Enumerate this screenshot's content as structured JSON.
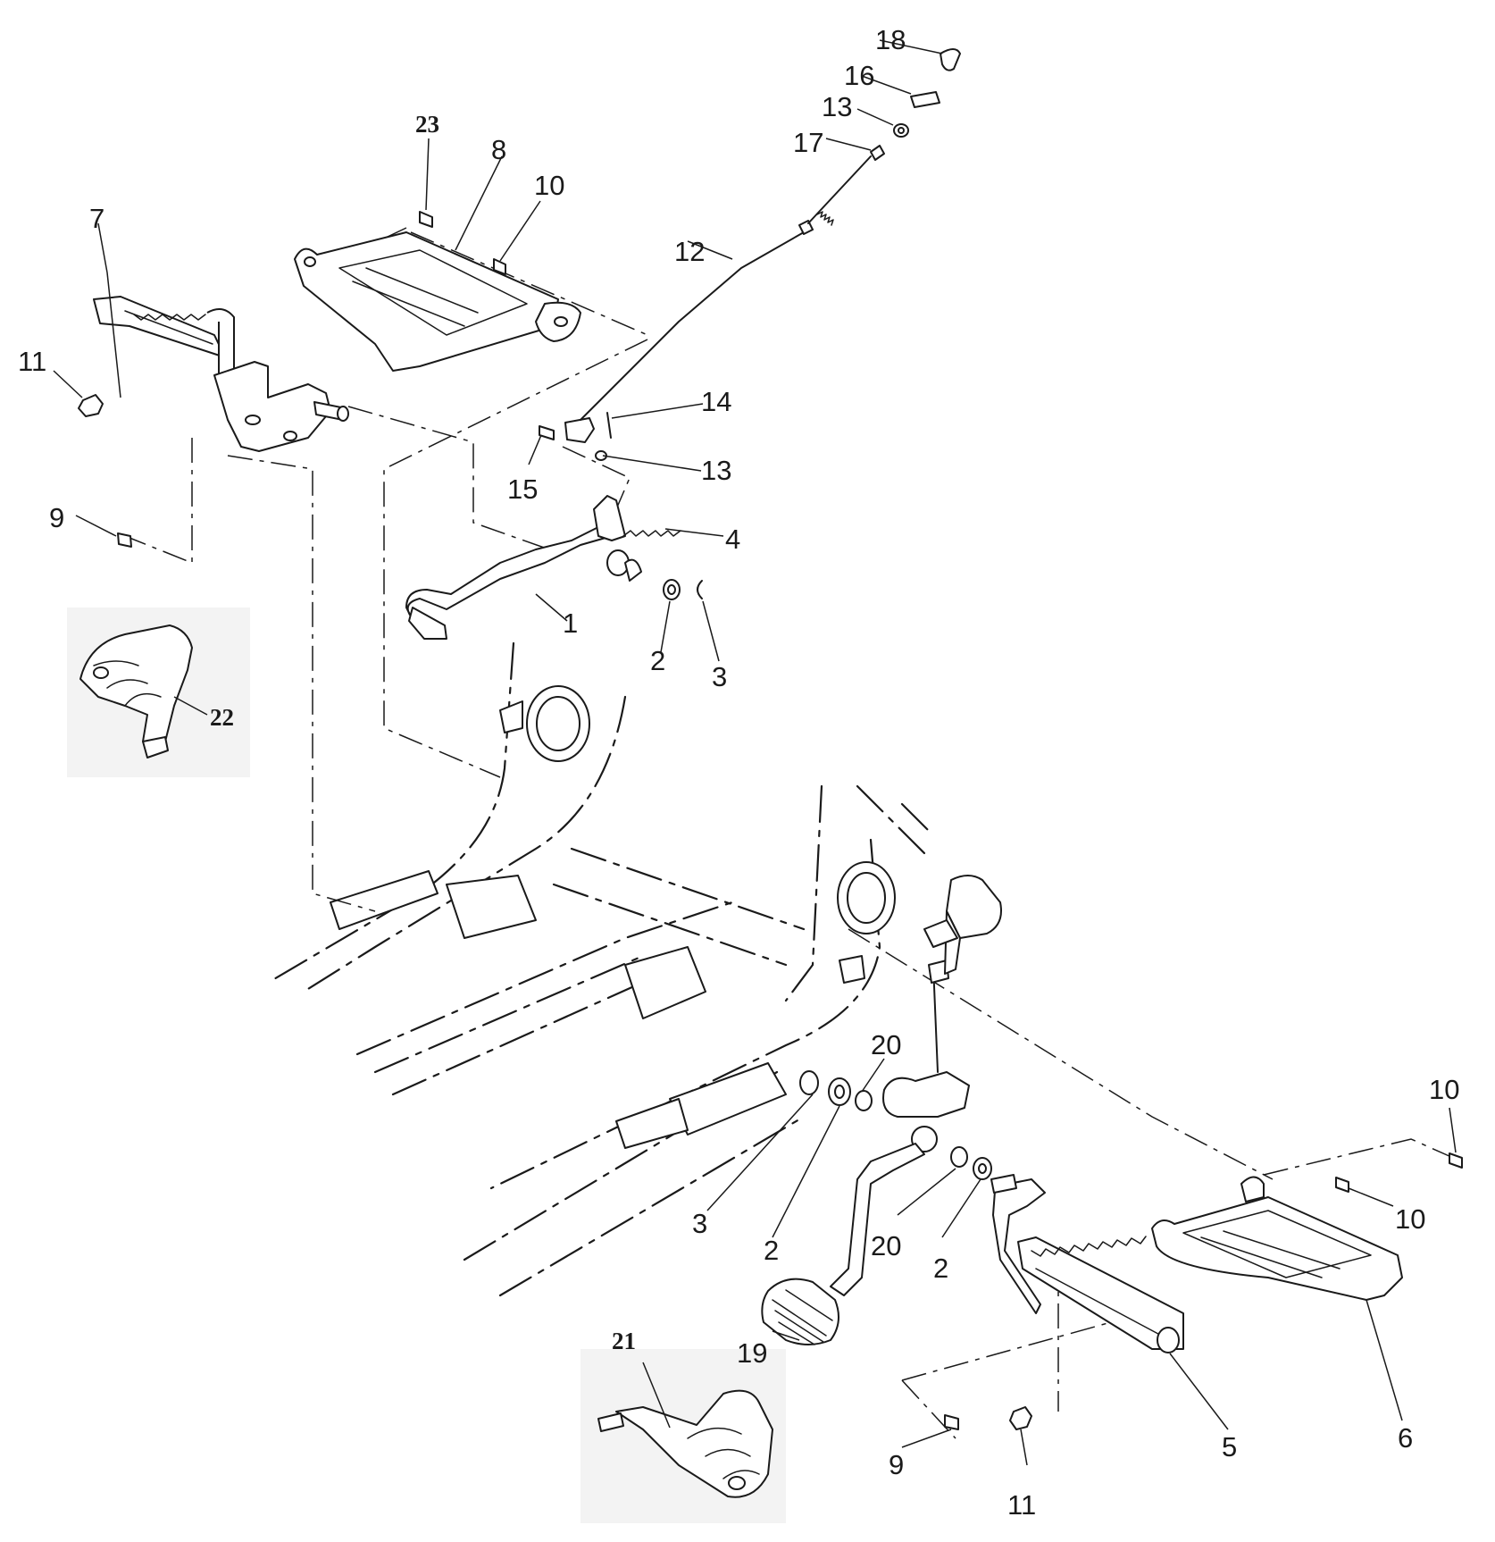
{
  "callouts": {
    "n1": "1",
    "n2a": "2",
    "n3a": "3",
    "n4": "4",
    "n7": "7",
    "n8": "8",
    "n9a": "9",
    "n10a": "10",
    "n11a": "11",
    "n12": "12",
    "n13a": "13",
    "n13b": "13",
    "n14": "14",
    "n15": "15",
    "n16": "16",
    "n17": "17",
    "n18": "18",
    "n20a": "20",
    "n3b": "3",
    "n2b": "2",
    "n20b": "20",
    "n2c": "2",
    "n19": "19",
    "n5": "5",
    "n6": "6",
    "n10b": "10",
    "n10c": "10",
    "n9b": "9",
    "n11b": "11",
    "n21": "21",
    "n22": "22",
    "n23": "23"
  }
}
